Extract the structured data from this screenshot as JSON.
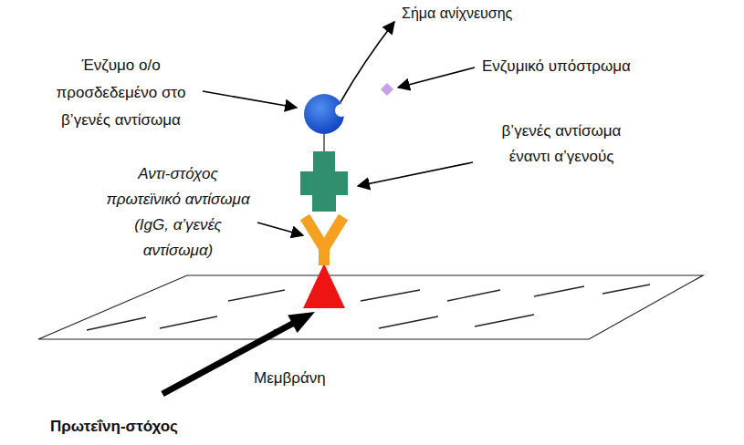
{
  "diagram": {
    "labels": [
      "Σήμα ανίχνευσης",
      "Ένζυμο ο/ο προσδεδεμένο στο β’γενές αντίσωμα",
      "Ενζυμικό υπόστρωμα",
      "β’γενές αντίσωμα έναντι α’γενούς",
      "Αντι-στόχος πρωτεϊνικό αντίσωμα (IgG, α’γενές αντίσωμα)",
      "Μεμβράνη",
      "Πρωτεΐνη-στόχος"
    ]
  }
}
